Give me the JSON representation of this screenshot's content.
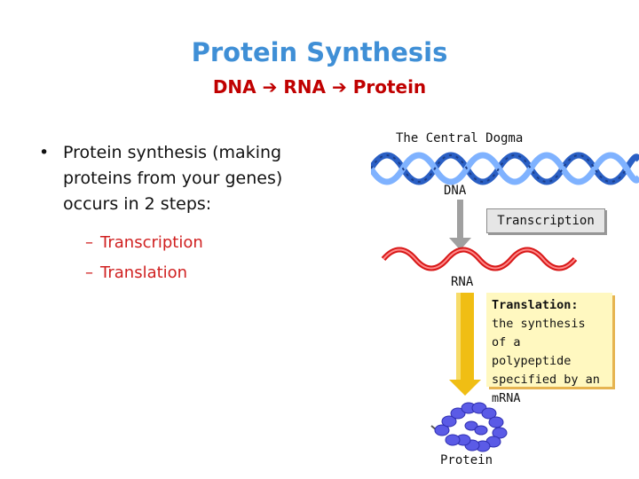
{
  "title": "Protein Synthesis",
  "subtitle": {
    "dna": "DNA",
    "rna": "RNA",
    "protein": "Protein",
    "arrow_glyph": "➔"
  },
  "bullet": {
    "glyph": "•",
    "lines": [
      "Protein synthesis (making",
      "proteins from your genes)",
      "occurs in 2 steps:"
    ]
  },
  "steps": [
    "Transcription",
    "Translation"
  ],
  "step_dash": "–",
  "diagram": {
    "heading": "The Central Dogma",
    "dna_label": "DNA",
    "transcription_label": "Transcription",
    "rna_label": "RNA",
    "translation_title": "Translation:",
    "translation_lines": [
      "the synthesis",
      "of a polypeptide",
      "specified by an",
      "mRNA"
    ],
    "protein_label": "Protein",
    "colors": {
      "dna": "#2a5fc4",
      "rna": "#d81818",
      "protein": "#5b5be6",
      "gray_arrow": "#a0a0a0",
      "yellow_arrow": "#f0be14"
    }
  }
}
